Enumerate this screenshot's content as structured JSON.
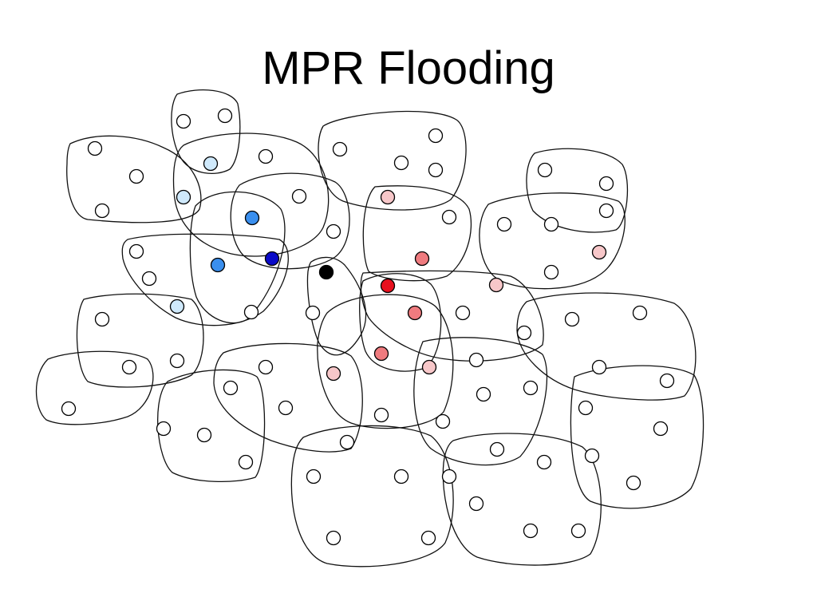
{
  "title": "MPR Flooding",
  "colors": {
    "source": "#000000",
    "blue_dark": "#0a0ac8",
    "blue_mid": "#3a8fee",
    "blue_light": "#cfe9fb",
    "red_dark": "#e8101e",
    "red_mid": "#ef7b7f",
    "red_light": "#f7c7c9",
    "empty": "#ffffff"
  },
  "legend_note": "",
  "nodes": [
    {
      "id": "n1",
      "state": "empty"
    },
    {
      "id": "n2",
      "state": "empty"
    },
    {
      "id": "n3",
      "state": "blue_light"
    },
    {
      "id": "n4",
      "state": "empty"
    },
    {
      "id": "n5",
      "state": "empty"
    },
    {
      "id": "n6",
      "state": "empty"
    },
    {
      "id": "n7",
      "state": "blue_light"
    },
    {
      "id": "n8",
      "state": "empty"
    },
    {
      "id": "n9",
      "state": "blue_mid"
    },
    {
      "id": "n10",
      "state": "empty"
    },
    {
      "id": "n11",
      "state": "empty"
    },
    {
      "id": "n12",
      "state": "blue_dark"
    },
    {
      "id": "n13",
      "state": "blue_mid"
    },
    {
      "id": "n14",
      "state": "empty"
    },
    {
      "id": "n15",
      "state": "empty"
    },
    {
      "id": "n16",
      "state": "blue_light"
    },
    {
      "id": "n17",
      "state": "source"
    },
    {
      "id": "n18",
      "state": "empty"
    },
    {
      "id": "n19",
      "state": "empty"
    },
    {
      "id": "n20",
      "state": "empty"
    },
    {
      "id": "n21",
      "state": "empty"
    },
    {
      "id": "n22",
      "state": "empty"
    },
    {
      "id": "n23",
      "state": "empty"
    },
    {
      "id": "n24",
      "state": "red_light"
    },
    {
      "id": "n25",
      "state": "empty"
    },
    {
      "id": "n26",
      "state": "red_mid"
    },
    {
      "id": "n27",
      "state": "red_dark"
    },
    {
      "id": "n28",
      "state": "red_mid"
    },
    {
      "id": "n29",
      "state": "red_mid"
    },
    {
      "id": "n30",
      "state": "red_light"
    },
    {
      "id": "n31",
      "state": "red_light"
    },
    {
      "id": "n32",
      "state": "empty"
    },
    {
      "id": "n33",
      "state": "empty"
    },
    {
      "id": "n34",
      "state": "empty"
    },
    {
      "id": "n35",
      "state": "empty"
    },
    {
      "id": "n36",
      "state": "red_light"
    },
    {
      "id": "n37",
      "state": "red_light"
    },
    {
      "id": "n38",
      "state": "empty"
    },
    {
      "id": "n39",
      "state": "empty"
    },
    {
      "id": "n40",
      "state": "empty"
    },
    {
      "id": "n41",
      "state": "empty"
    },
    {
      "id": "n42",
      "state": "empty"
    },
    {
      "id": "n43",
      "state": "empty"
    },
    {
      "id": "n44",
      "state": "empty"
    },
    {
      "id": "n45",
      "state": "empty"
    },
    {
      "id": "n46",
      "state": "empty"
    },
    {
      "id": "n47",
      "state": "empty"
    },
    {
      "id": "n48",
      "state": "empty"
    },
    {
      "id": "n49",
      "state": "empty"
    },
    {
      "id": "n50",
      "state": "empty"
    },
    {
      "id": "n51",
      "state": "empty"
    },
    {
      "id": "n52",
      "state": "empty"
    },
    {
      "id": "n53",
      "state": "empty"
    },
    {
      "id": "n54",
      "state": "empty"
    },
    {
      "id": "n55",
      "state": "empty"
    },
    {
      "id": "n56",
      "state": "empty"
    },
    {
      "id": "n57",
      "state": "empty"
    },
    {
      "id": "n58",
      "state": "empty"
    },
    {
      "id": "n59",
      "state": "empty"
    },
    {
      "id": "n60",
      "state": "empty"
    },
    {
      "id": "n61",
      "state": "empty"
    },
    {
      "id": "n62",
      "state": "empty"
    },
    {
      "id": "n63",
      "state": "empty"
    },
    {
      "id": "n64",
      "state": "empty"
    },
    {
      "id": "n65",
      "state": "empty"
    },
    {
      "id": "n66",
      "state": "empty"
    },
    {
      "id": "n67",
      "state": "empty"
    },
    {
      "id": "n68",
      "state": "empty"
    },
    {
      "id": "n69",
      "state": "empty"
    },
    {
      "id": "n70",
      "state": "empty"
    }
  ]
}
